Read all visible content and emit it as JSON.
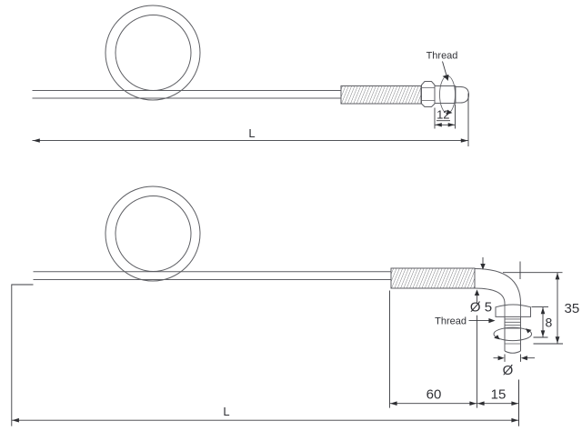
{
  "colors": {
    "background": "#ffffff",
    "drawing_lines": "#5d5e63",
    "dimension_lines": "#3a3b40",
    "text": "#313237"
  },
  "top_view": {
    "thread_label": "Thread",
    "tip_length": "12",
    "length_label": "L"
  },
  "bottom_view": {
    "wire_diameter": "Ø 5",
    "thread_label": "Thread",
    "stack_height": "8",
    "drop_height": "35",
    "stud_diameter": "Ø",
    "thread_length": "60",
    "bend_offset": "15",
    "length_label": "L"
  }
}
